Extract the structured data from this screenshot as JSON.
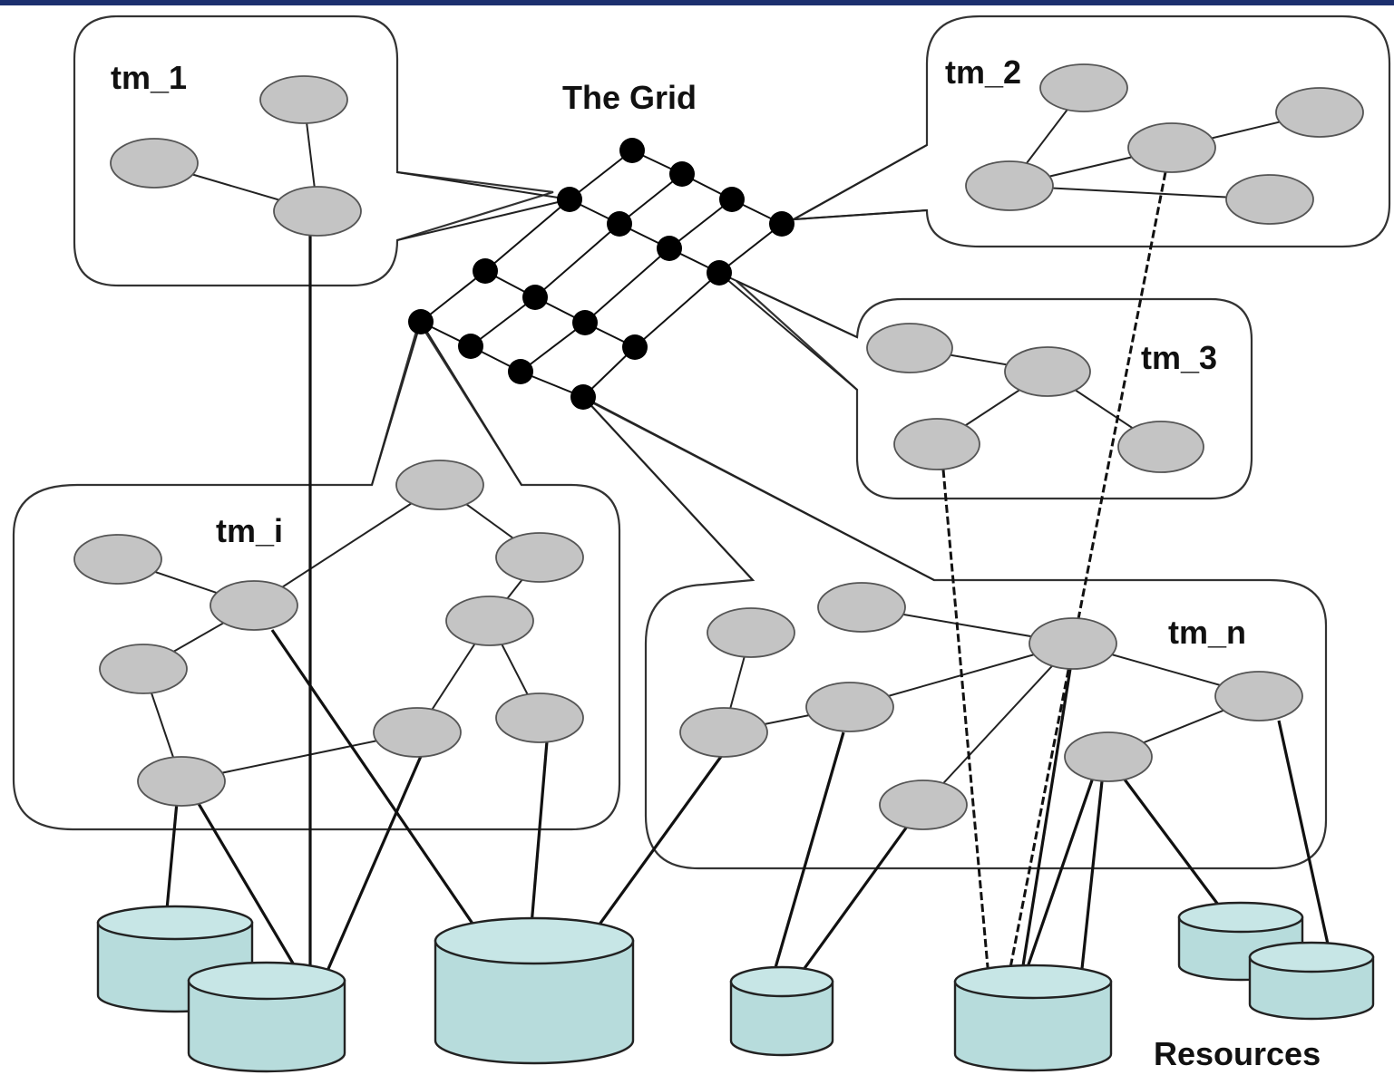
{
  "title": "The Grid",
  "resources_label": "Resources",
  "task_managers": [
    {
      "id": "tm1",
      "label": "tm_1"
    },
    {
      "id": "tm2",
      "label": "tm_2"
    },
    {
      "id": "tm3",
      "label": "tm_3"
    },
    {
      "id": "tmi",
      "label": "tm_i"
    },
    {
      "id": "tmn",
      "label": "tm_n"
    }
  ],
  "colors": {
    "task_node": "#c4c4c4",
    "resource": "#b7dcdc",
    "grid_node": "#000000",
    "top_bar": "#1c2f6e"
  }
}
